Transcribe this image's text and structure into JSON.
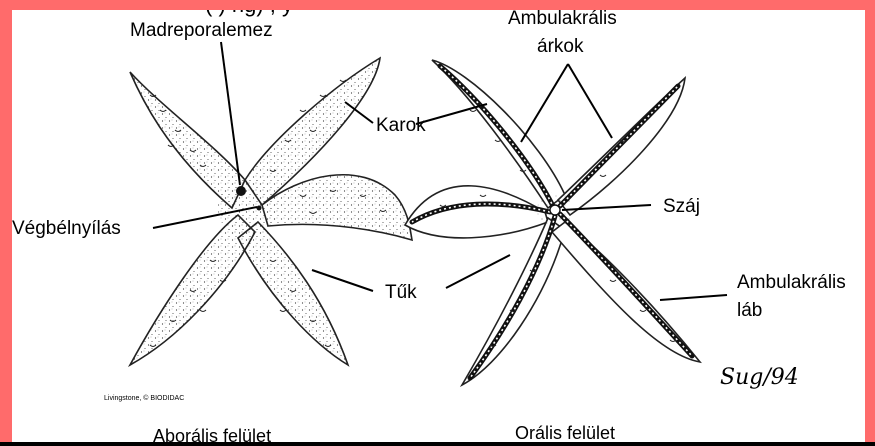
{
  "header_fragment": "( ... ng) ... y",
  "labels": {
    "madreporite": "Madreporalemez",
    "ambulacral_grooves_line1": "Ambulakrális",
    "ambulacral_grooves_line2": "árkok",
    "arms": "Karok",
    "anus": "Végbélnyílás",
    "mouth": "Száj",
    "spines": "Tűk",
    "tube_feet_line1": "Ambulakrális",
    "tube_feet_line2": "láb"
  },
  "credit": "Livingstone, © BIODIDAC",
  "signature": "Sug/94",
  "captions": {
    "aboral": "Aborális felület",
    "oral": "Orális felület"
  },
  "colors": {
    "frame": "#ff6b6b",
    "background": "#ffffff",
    "ink": "#000000"
  }
}
